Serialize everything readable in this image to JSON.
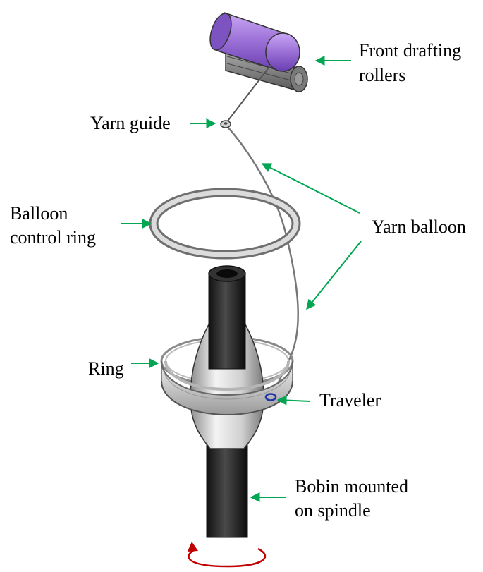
{
  "labels": {
    "front_drafting_line1": "Front drafting",
    "front_drafting_line2": "rollers",
    "yarn_guide": "Yarn guide",
    "balloon_control_line1": "Balloon",
    "balloon_control_line2": "control ring",
    "yarn_balloon": "Yarn balloon",
    "ring": "Ring",
    "traveler": "Traveler",
    "bobin_line1": "Bobin mounted",
    "bobin_line2": "on spindle"
  },
  "colors": {
    "arrow": "#00a651",
    "roller_top": "#9b6fd6",
    "roller_bottom": "#8a8a8a",
    "bobbin_dark": "#2b2b2b",
    "bobbin_light": "#d8d8d8",
    "rotation_arrow": "#c00000",
    "traveler": "#2233aa"
  }
}
